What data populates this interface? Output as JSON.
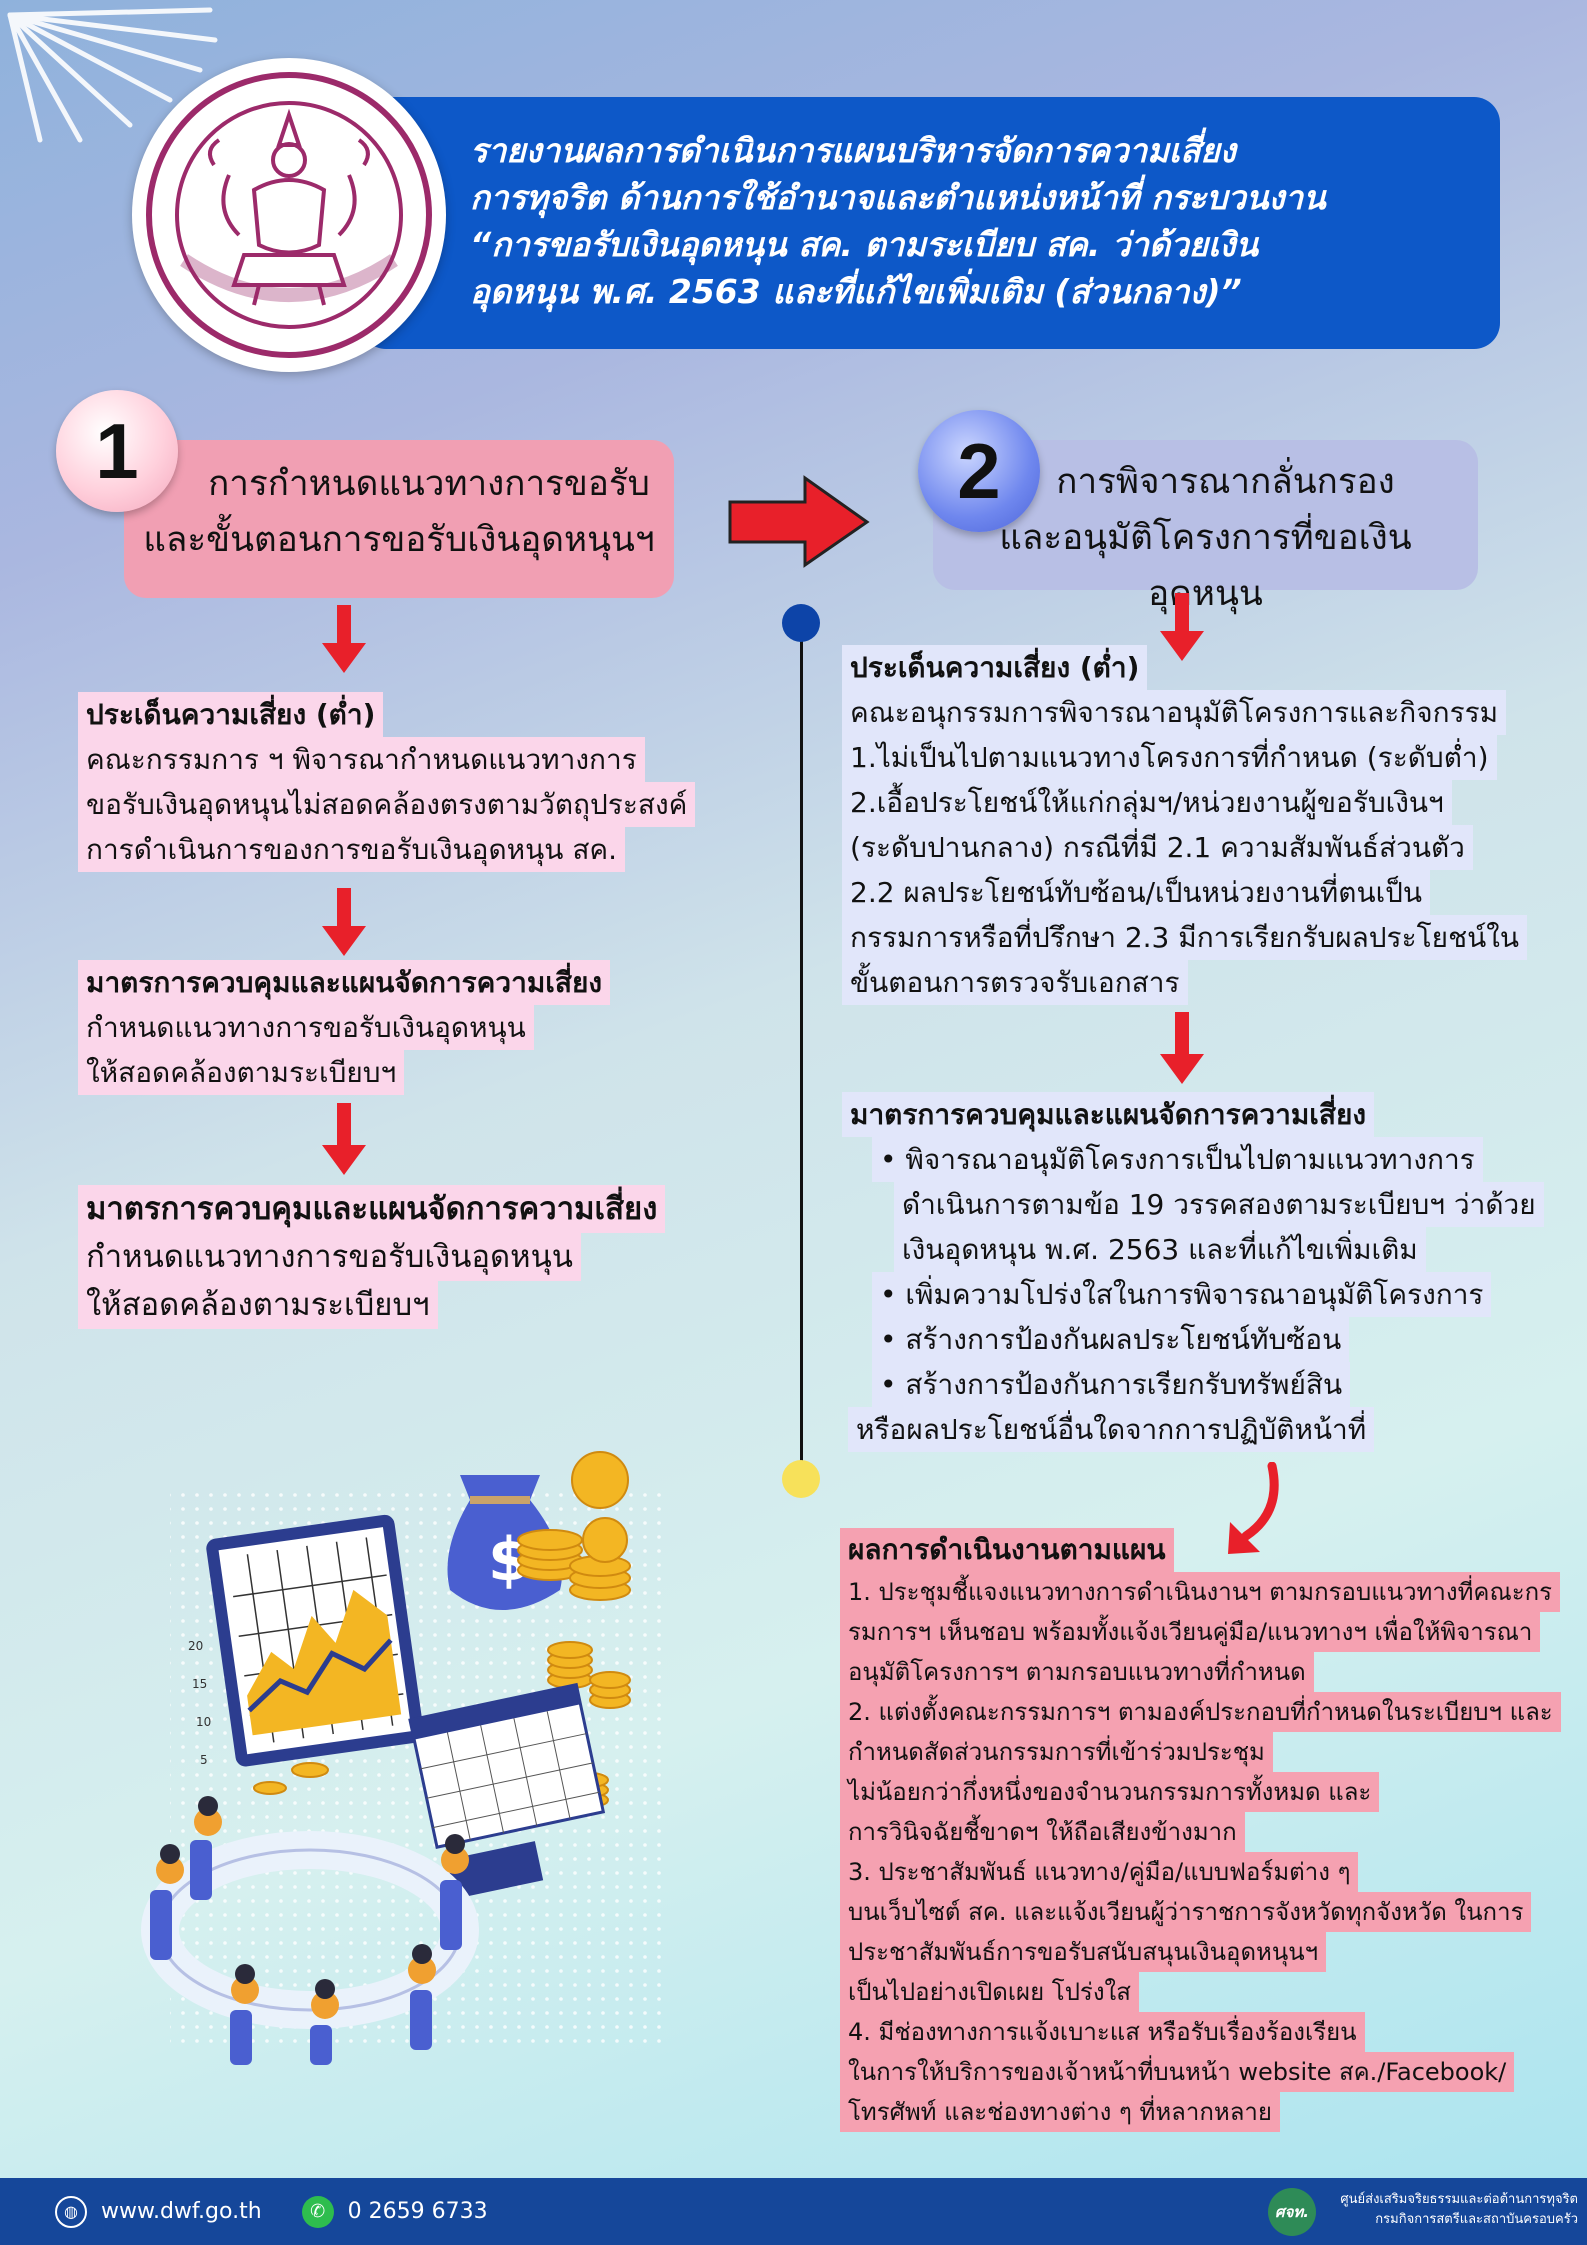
{
  "header": {
    "lines": [
      "รายงานผลการดำเนินการแผนบริหารจัดการความเสี่ยง",
      "การทุจริต ด้านการใช้อำนาจและตำแหน่งหน้าที่ กระบวนงาน",
      "“การขอรับเงินอุดหนุน สค. ตามระเบียบ สค. ว่าด้วยเงิน",
      "อุดหนุน พ.ศ. 2563 และที่แก้ไขเพิ่มเติม (ส่วนกลาง)”"
    ]
  },
  "step1": {
    "num": "1",
    "title1": "การกำหนดแนวทางการขอรับ",
    "title2": "และขั้นตอนการขอรับเงินอุดหนุนฯ",
    "risk": {
      "heading": "ประเด็นความเสี่ยง (ต่ำ)",
      "lines": [
        "คณะกรรมการ ฯ พิจารณากำหนดแนวทางการ",
        "ขอรับเงินอุดหนุนไม่สอดคล้องตรงตามวัตถุประสงค์",
        "การดำเนินการของการขอรับเงินอุดหนุน สค."
      ]
    },
    "measure1": {
      "heading": "มาตรการควบคุมและแผนจัดการความเสี่ยง",
      "lines": [
        "กำหนดแนวทางการขอรับเงินอุดหนุน",
        "ให้สอดคล้องตามระเบียบฯ"
      ]
    },
    "measure2": {
      "heading": "มาตรการควบคุมและแผนจัดการความเสี่ยง",
      "lines": [
        "กำหนดแนวทางการขอรับเงินอุดหนุน",
        "ให้สอดคล้องตามระเบียบฯ"
      ]
    }
  },
  "step2": {
    "num": "2",
    "title1": "การพิจารณากลั่นกรอง",
    "title2": "และอนุมัติโครงการที่ขอเงินอุดหนุน",
    "risk": {
      "heading": "ประเด็นความเสี่ยง (ต่ำ)",
      "lines": [
        "คณะอนุกรรมการพิจารณาอนุมัติโครงการและกิจกรรม",
        "1.ไม่เป็นไปตามแนวทางโครงการที่กำหนด (ระดับต่ำ)",
        "2.เอื้อประโยชน์ให้แก่กลุ่มฯ/หน่วยงานผู้ขอรับเงินฯ",
        "(ระดับปานกลาง) กรณีที่มี 2.1 ความสัมพันธ์ส่วนตัว",
        "2.2 ผลประโยชน์ทับซ้อน/เป็นหน่วยงานที่ตนเป็น",
        "กรรมการหรือที่ปรึกษา 2.3 มีการเรียกรับผลประโยชน์ใน",
        "ขั้นตอนการตรวจรับเอกสาร"
      ]
    },
    "measure": {
      "heading": "มาตรการควบคุมและแผนจัดการความเสี่ยง",
      "bullet1": [
        "พิจารณาอนุมัติโครงการเป็นไปตามแนวทางการ",
        "ดำเนินการตามข้อ 19 วรรคสองตามระเบียบฯ ว่าด้วย",
        "เงินอุดหนุน พ.ศ. 2563 และที่แก้ไขเพิ่มเติม"
      ],
      "bullet2": "เพิ่มความโปร่งใสในการพิจารณาอนุมัติโครงการ",
      "bullet3": "สร้างการป้องกันผลประโยชน์ทับซ้อน",
      "bullet4": "สร้างการป้องกันการเรียกรับทรัพย์สิน",
      "tail": "หรือผลประโยชน์อื่นใดจากการปฏิบัติหน้าที่"
    }
  },
  "results": {
    "heading": "ผลการดำเนินงานตามแผน",
    "lines": [
      " 1. ประชุมชี้แจงแนวทางการดำเนินงานฯ ตามกรอบแนวทางที่คณะกร",
      "รมการฯ เห็นชอบ พร้อมทั้งแจ้งเวียนคู่มือ/แนวทางฯ เพื่อให้พิจารณา",
      "อนุมัติโครงการฯ ตามกรอบแนวทางที่กำหนด",
      " 2. แต่งตั้งคณะกรรมการฯ ตามองค์ประกอบที่กำหนดในระเบียบฯ และ",
      "กำหนดสัดส่วนกรรมการที่เข้าร่วมประชุม",
      "ไม่น้อยกว่ากึ่งหนึ่งของจำนวนกรรมการทั้งหมด และ",
      "การวินิจฉัยชี้ขาดฯ ให้ถือเสียงข้างมาก",
      " 3. ประชาสัมพันธ์ แนวทาง/คู่มือ/แบบฟอร์มต่าง ๆ",
      "บนเว็บไซต์ สค. และแจ้งเวียนผู้ว่าราชการจังหวัดทุกจังหวัด ในการ",
      "ประชาสัมพันธ์การขอรับสนับสนุนเงินอุดหนุนฯ",
      "เป็นไปอย่างเปิดเผย โปร่งใส",
      " 4. มีช่องทางการแจ้งเบาะแส หรือรับเรื่องร้องเรียน",
      "ในการให้บริการของเจ้าหน้าที่บนหน้า website สค./Facebook/",
      "โทรศัพท์ และช่องทางต่าง ๆ ที่หลากหลาย"
    ]
  },
  "footer": {
    "website": "www.dwf.go.th",
    "phone": "0 2659 6733",
    "org_line1": "ศูนย์ส่งเสริมจริยธรรมและต่อต้านการทุจริต",
    "org_line2": "กรมกิจการสตรีและสถาบันครอบครัว",
    "org_logo_text": "ศจท."
  },
  "illustration": {
    "money_symbol": "$",
    "chart_ticks": [
      "20",
      "15",
      "10",
      "5"
    ]
  },
  "colors": {
    "banner": "#0d58c8",
    "arrow": "#e8202a",
    "footer": "#15479a"
  }
}
